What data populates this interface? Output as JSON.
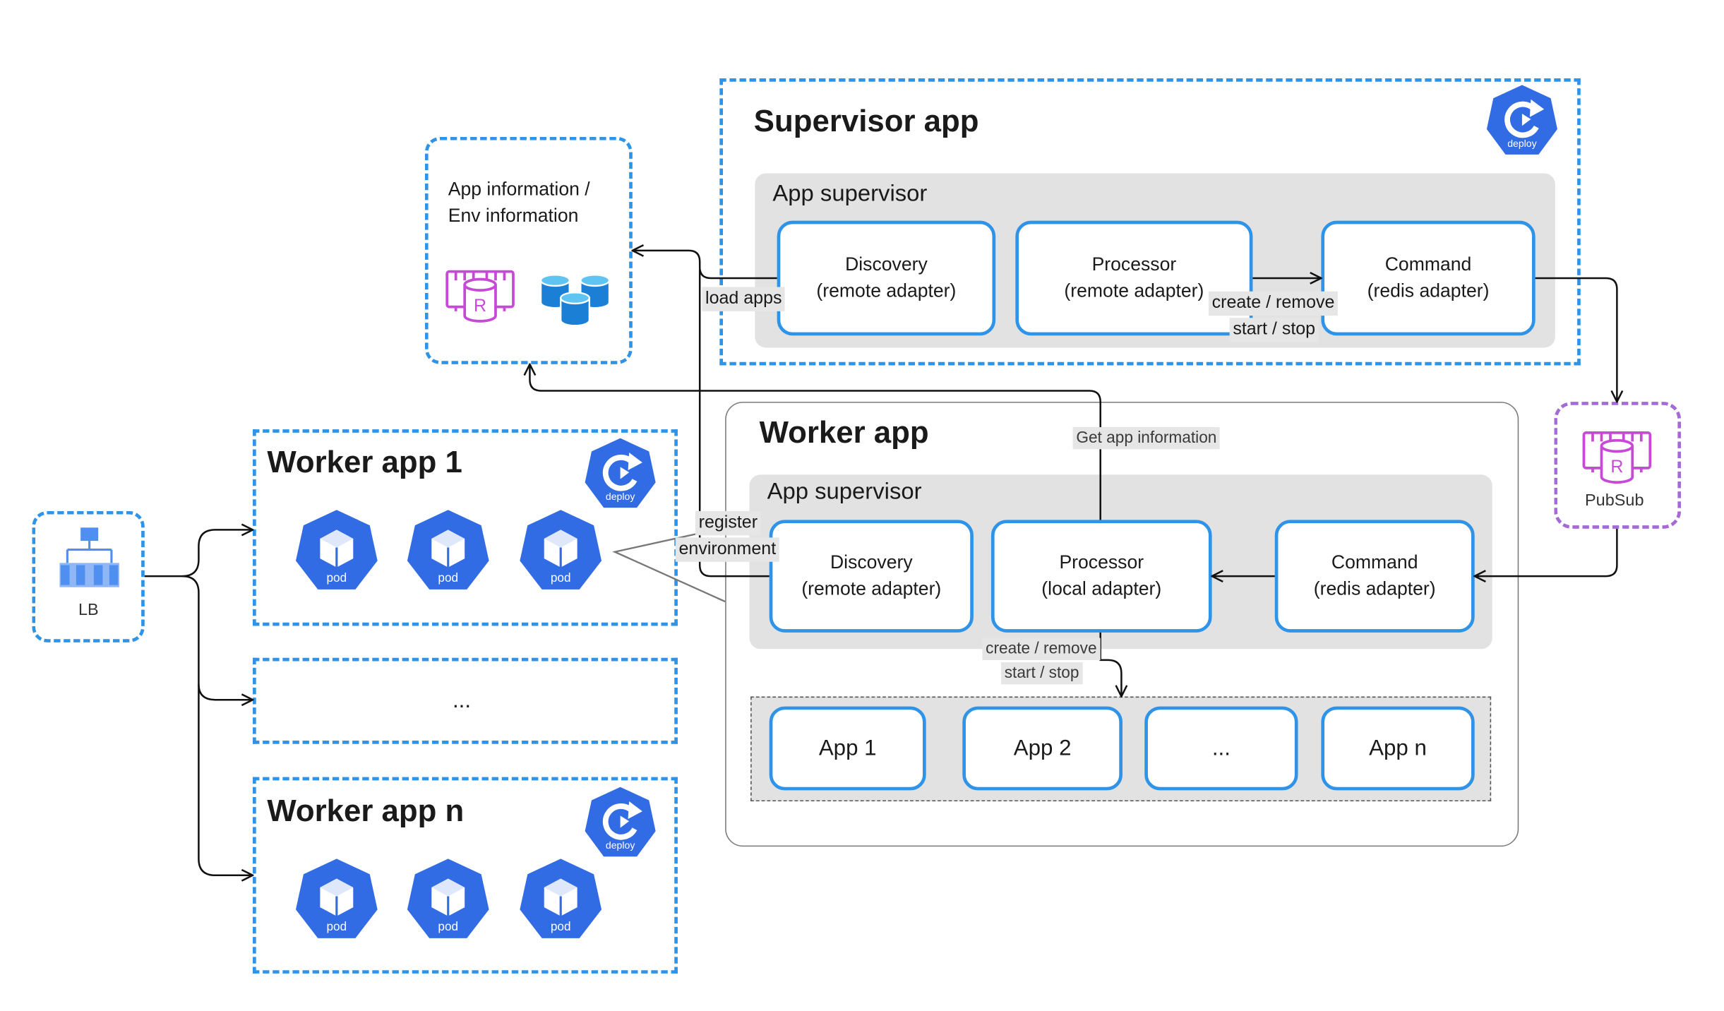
{
  "info_box": {
    "line1": "App information /",
    "line2": "Env information"
  },
  "supervisor_app": {
    "title": "Supervisor app",
    "panel_title": "App supervisor",
    "discovery": {
      "line1": "Discovery",
      "line2": "(remote adapter)"
    },
    "processor": {
      "line1": "Processor",
      "line2": "(remote adapter)"
    },
    "command": {
      "line1": "Command",
      "line2": "(redis adapter)"
    }
  },
  "worker_app": {
    "title": "Worker app",
    "panel_title": "App supervisor",
    "discovery": {
      "line1": "Discovery",
      "line2": "(remote adapter)"
    },
    "processor": {
      "line1": "Processor",
      "line2": "(local adapter)"
    },
    "command": {
      "line1": "Command",
      "line2": "(redis adapter)"
    },
    "apps": [
      "App 1",
      "App 2",
      "...",
      "App n"
    ]
  },
  "edge_labels": {
    "load_apps": "load apps",
    "create_remove_top": "create / remove",
    "start_stop_top": "start / stop",
    "get_app_info": "Get app information",
    "register": "register",
    "environment": "environment",
    "create_remove_bottom": "create / remove",
    "start_stop_bottom": "start / stop"
  },
  "pubsub_label": "PubSub",
  "lb_label": "LB",
  "worker_app_1": {
    "title": "Worker app 1",
    "pods": [
      "pod",
      "pod",
      "pod"
    ]
  },
  "worker_ellipsis": "...",
  "worker_app_n": {
    "title": "Worker app n",
    "pods": [
      "pod",
      "pod",
      "pod"
    ]
  },
  "deploy_label": "deploy",
  "icons": [
    "redis-memorystore-icon",
    "storage-database-icon",
    "deploy-icon",
    "pod-icon",
    "load-balancer-icon"
  ],
  "colors": {
    "accent_blue": "#2f93e8",
    "k8s_blue": "#326ce5",
    "redis_magenta": "#c74ad6",
    "pubsub_purple": "#a46bd6",
    "panel_gray": "#e2e2e2"
  }
}
